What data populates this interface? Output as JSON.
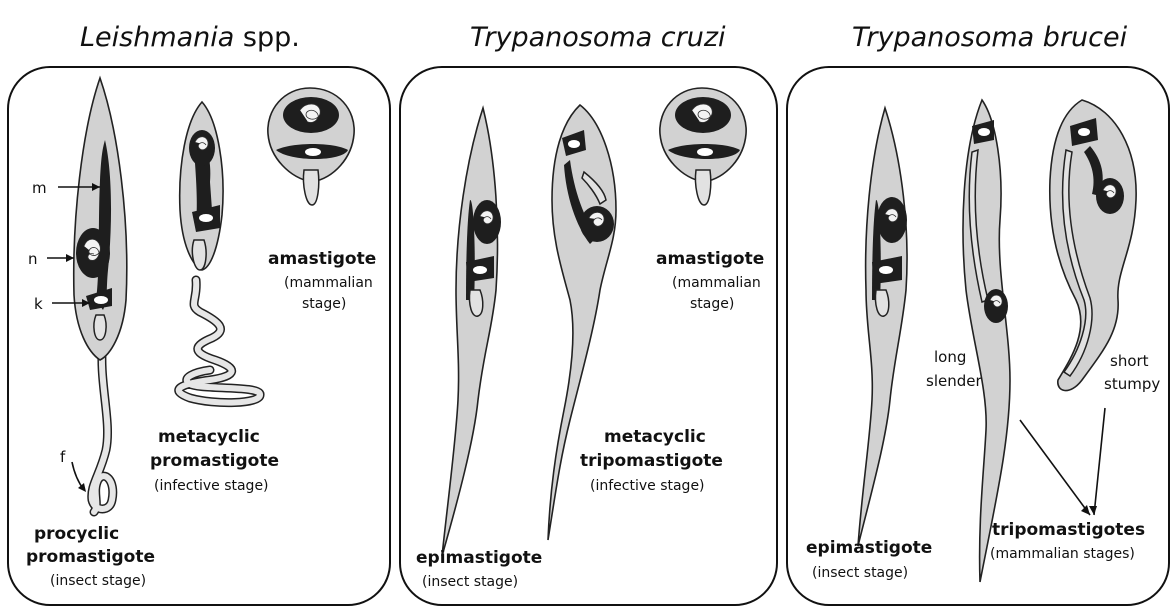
{
  "titles": {
    "leishmania_genus": "Leishmania",
    "leishmania_suffix": " spp.",
    "cruzi": "Trypanosoma cruzi",
    "brucei": "Trypanosoma brucei"
  },
  "leishmania": {
    "labels": {
      "m": "m",
      "n": "n",
      "k": "k",
      "f": "f"
    },
    "procyclic": {
      "line1": "procyclic",
      "line2": "promastigote",
      "stage": "(insect stage)"
    },
    "metacyclic": {
      "line1": "metacyclic",
      "line2": "promastigote",
      "stage": "(infective stage)"
    },
    "amastigote": {
      "name": "amastigote",
      "stage1": "(mammalian",
      "stage2": "stage)"
    }
  },
  "cruzi": {
    "epimastigote": {
      "name": "epimastigote",
      "stage": "(insect stage)"
    },
    "metacyclic": {
      "line1": "metacyclic",
      "line2": "tripomastigote",
      "stage": "(infective stage)"
    },
    "amastigote": {
      "name": "amastigote",
      "stage1": "(mammalian",
      "stage2": "stage)"
    }
  },
  "brucei": {
    "epimastigote": {
      "name": "epimastigote",
      "stage": "(insect stage)"
    },
    "long_slender": {
      "line1": "long",
      "line2": "slender"
    },
    "short_stumpy": {
      "line1": "short",
      "line2": "stumpy"
    },
    "tripomastigotes": {
      "name": "tripomastigotes",
      "stage": "(mammalian stages)"
    }
  }
}
